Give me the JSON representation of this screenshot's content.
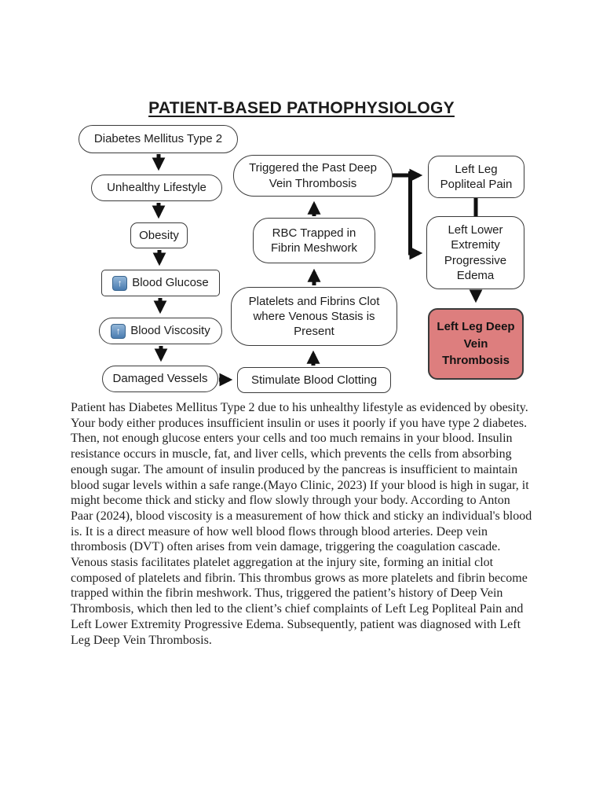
{
  "title": "PATIENT-BASED PATHOPHYSIOLOGY",
  "flowchart": {
    "nodes": [
      {
        "id": "dm2",
        "label": "Diabetes Mellitus Type 2"
      },
      {
        "id": "lifestyle",
        "label": "Unhealthy Lifestyle"
      },
      {
        "id": "obesity",
        "label": "Obesity"
      },
      {
        "id": "glucose",
        "label": "Blood Glucose",
        "icon": "up-arrow-icon"
      },
      {
        "id": "viscosity",
        "label": "Blood Viscosity",
        "icon": "up-arrow-icon"
      },
      {
        "id": "vessels",
        "label": "Damaged Vessels"
      },
      {
        "id": "triggered",
        "label": "Triggered the Past Deep Vein Thrombosis"
      },
      {
        "id": "rbc",
        "label": "RBC Trapped in Fibrin Meshwork"
      },
      {
        "id": "platelets",
        "label": "Platelets and Fibrins Clot where Venous Stasis is Present"
      },
      {
        "id": "stimulate",
        "label": "Stimulate Blood Clotting"
      },
      {
        "id": "popliteal",
        "label": "Left Leg Popliteal Pain"
      },
      {
        "id": "edema",
        "label": "Left Lower Extremity Progressive Edema"
      },
      {
        "id": "dvt",
        "label": "Left Leg Deep Vein Thrombosis",
        "highlighted": true
      }
    ],
    "icons": {
      "up_arrow_glyph": "↑"
    },
    "colors": {
      "highlight_fill": "#dd7e7e",
      "node_border": "#3a3a3a",
      "arrow": "#111111",
      "icon_blue": "#4a7cb0"
    }
  },
  "paragraph": "Patient has Diabetes Mellitus Type 2 due to his unhealthy lifestyle as evidenced by obesity. Your body either produces insufficient insulin or uses it poorly if you have type 2 diabetes. Then, not enough glucose enters your cells and too much remains in your blood. Insulin resistance occurs in muscle, fat, and liver cells, which prevents the cells from absorbing enough sugar. The amount of insulin produced by the pancreas is insufficient to maintain blood sugar levels within a safe range.(Mayo Clinic, 2023) If your blood is high in sugar, it might become thick and sticky and flow slowly through your body. According to Anton Paar (2024), blood viscosity is a measurement of how thick and sticky an individual's blood is. It is a direct measure of how well blood flows through blood arteries. Deep vein thrombosis (DVT) often arises from vein damage, triggering the coagulation cascade.  Venous stasis facilitates platelet aggregation at the injury site, forming an initial clot composed of platelets and fibrin.  This thrombus grows as more platelets and fibrin become trapped within the fibrin meshwork. Thus, triggered the patient’s history of Deep Vein Thrombosis, which then led to the client’s chief complaints of Left Leg Popliteal Pain and Left Lower Extremity Progressive Edema. Subsequently, patient was diagnosed with Left Leg Deep Vein Thrombosis."
}
